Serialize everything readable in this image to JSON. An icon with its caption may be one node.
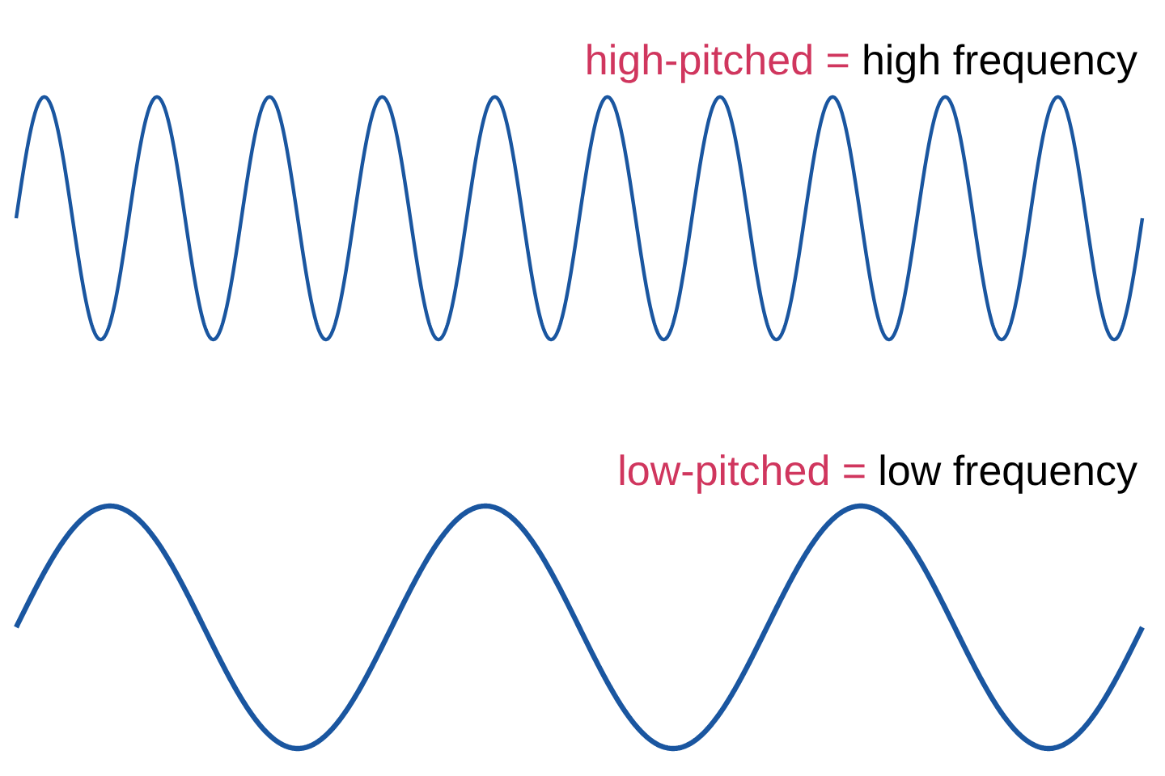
{
  "diagram": {
    "labels": [
      "high-pitched =",
      "high frequency",
      "low-pitched =",
      "low frequency"
    ]
  }
}
